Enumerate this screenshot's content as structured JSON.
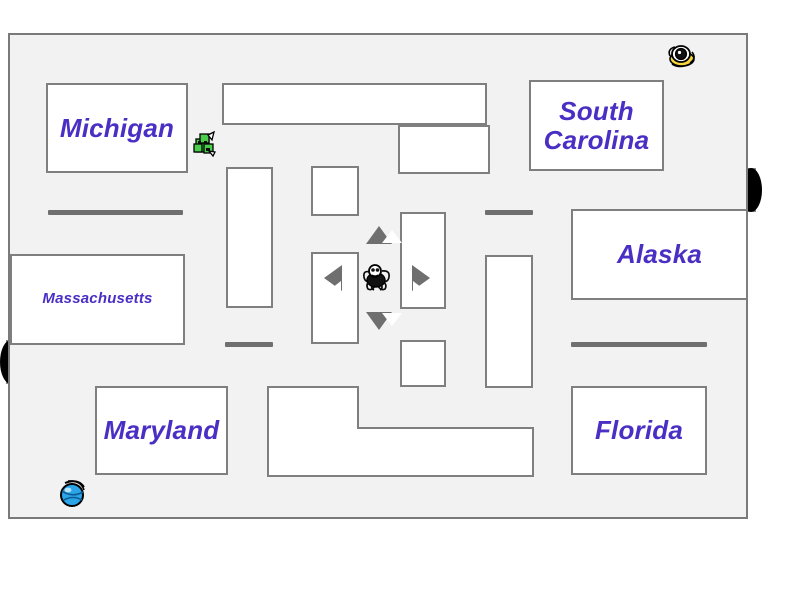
{
  "board": {
    "title": "Maze Board",
    "background_color": "#ffffff",
    "floor_color": "#f2f2f2",
    "wall_color": "#7f7f7f",
    "label_color": "#4b2fc4"
  },
  "rooms": [
    {
      "id": "michigan",
      "label": "Michigan",
      "size": "large"
    },
    {
      "id": "south-carolina",
      "label": "South\nCarolina",
      "size": "large"
    },
    {
      "id": "massachusetts",
      "label": "Massachusetts",
      "size": "small"
    },
    {
      "id": "alaska",
      "label": "Alaska",
      "size": "large"
    },
    {
      "id": "maryland",
      "label": "Maryland",
      "size": "large"
    },
    {
      "id": "florida",
      "label": "Florida",
      "size": "large"
    }
  ],
  "dpad": {
    "up": {
      "label": "up-arrow",
      "icon": "triangle-up-icon"
    },
    "down": {
      "label": "down-arrow",
      "icon": "triangle-down-icon"
    },
    "left": {
      "label": "left-arrow",
      "icon": "triangle-left-icon"
    },
    "right": {
      "label": "right-arrow",
      "icon": "triangle-right-icon"
    }
  },
  "sprites": [
    {
      "id": "green-robot",
      "icon": "green-robot-icon",
      "color": "#4ccc4c"
    },
    {
      "id": "yellow-bee",
      "icon": "yellow-bee-icon",
      "color": "#f5d73c"
    },
    {
      "id": "black-spider",
      "icon": "black-spider-icon",
      "color": "#111111"
    },
    {
      "id": "blue-ball",
      "icon": "blue-ball-icon",
      "color": "#2ba4e8"
    }
  ],
  "tunnels": [
    {
      "id": "tunnel-right",
      "icon": "tunnel-exit-icon",
      "side": "right"
    },
    {
      "id": "tunnel-left",
      "icon": "tunnel-exit-icon",
      "side": "left"
    }
  ]
}
